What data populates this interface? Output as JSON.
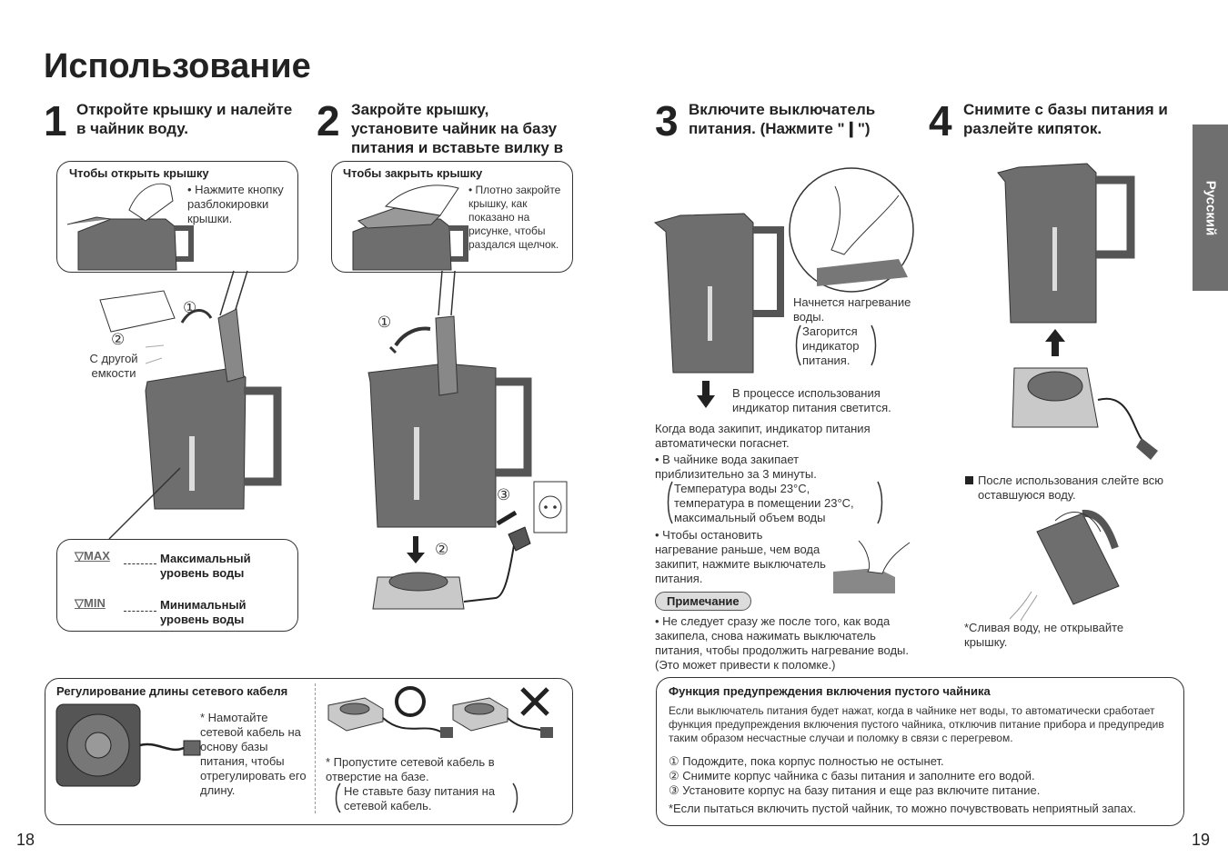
{
  "title": "Использование",
  "side_tab": "Русский",
  "page_left": "18",
  "page_right": "19",
  "steps": [
    {
      "num": "1",
      "text": "Откройте крышку и налейте в чайник воду."
    },
    {
      "num": "2",
      "text": "Закройте крышку, установите чайник на базу питания и вставьте вилку в розетку."
    },
    {
      "num": "3",
      "text": "Включите выключатель питания. (Нажмите \"❙\")"
    },
    {
      "num": "4",
      "text": "Снимите с базы питания и разлейте кипяток."
    }
  ],
  "open_lid": {
    "heading": "Чтобы открыть крышку",
    "text": "• Нажмите кнопку разблокировки крышки."
  },
  "close_lid": {
    "heading": "Чтобы закрыть крышку",
    "text": "• Плотно закройте крышку, как показано на рисунке, чтобы раздался щелчок."
  },
  "step1_labels": {
    "c1": "①",
    "c2": "②",
    "other": "С другой емкости"
  },
  "step2_labels": {
    "c1": "①",
    "c2": "②",
    "c3": "③"
  },
  "levels": {
    "max_mark": "▽MAX",
    "max_text": "Максимальный уровень воды",
    "min_mark": "▽MIN",
    "min_text": "Минимальный уровень воды"
  },
  "cable": {
    "heading": "Регулирование длины сетевого кабеля",
    "wind": "* Намотайте сетевой кабель на основу базы питания, чтобы отрегулировать его длину.",
    "pass": "* Пропустите сетевой кабель в отверстие на базе.",
    "dont": "Не ставьте базу питания на сетевой кабель."
  },
  "step3": {
    "start": "Начнется нагревание воды.",
    "light": "Загорится индикатор питания.",
    "during": "В процессе использования индикатор питания светится.",
    "boil": "Когда вода закипит, индикатор питания автоматически погаснет.",
    "b1": "• В чайнике вода закипает приблизительно за 3 минуты.",
    "b1_paren": "Температура воды 23°C, температура в помещении 23°C, максимальный объем воды",
    "b2": "• Чтобы остановить нагревание раньше, чем вода закипит, нажмите выключатель питания.",
    "note_label": "Примечание",
    "note": "• Не следует сразу же после того, как вода закипела, снова нажимать выключатель питания, чтобы продолжить нагревание воды. (Это может привести к поломке.)"
  },
  "step4": {
    "after": "После использования слейте всю оставшуюся воду.",
    "pour": "*Сливая воду, не открывайте крышку."
  },
  "empty": {
    "heading": "Функция предупреждения включения пустого чайника",
    "para": "Если выключатель питания будет нажат, когда в чайнике нет воды, то автоматически сработает функция предупреждения включения пустого чайника, отключив питание прибора и предупредив таким образом несчастные случаи и поломку в связи с перегревом.",
    "s1": "① Подождите, пока корпус полностью не остынет.",
    "s2": "② Снимите корпус чайника с базы питания и заполните его водой.",
    "s3": "③ Установите корпус на базу питания и еще раз включите питание.",
    "foot": "*Если пытаться включить пустой чайник, то можно почувствовать неприятный запах."
  },
  "colors": {
    "body": "#6e6e6e",
    "body_light": "#c9c9c9",
    "frame": "#333333",
    "tab": "#6f6f6f"
  },
  "icons": [
    "kettle-illustration",
    "hand-icon",
    "arrow-icon",
    "plug-icon",
    "socket-icon",
    "circle-ok-icon",
    "cross-icon"
  ]
}
